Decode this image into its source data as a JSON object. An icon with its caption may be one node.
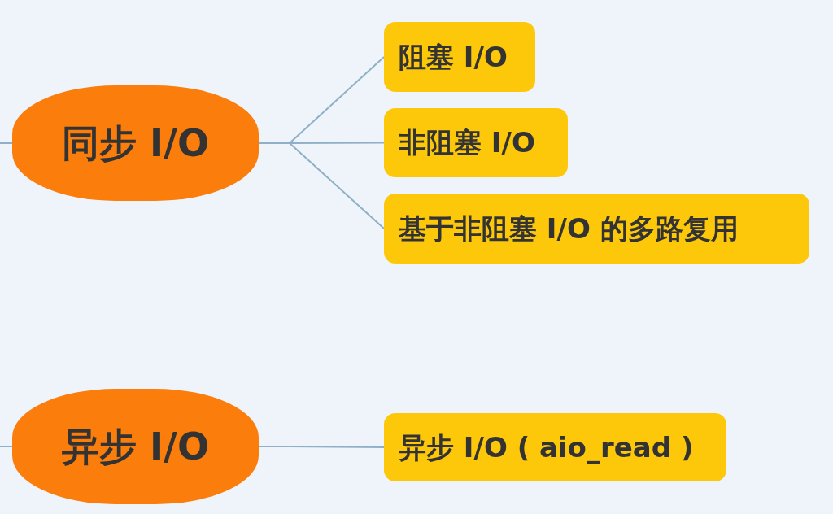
{
  "diagram": {
    "nodes": [
      {
        "text": [
          "同步 I/O"
        ]
      },
      {
        "text": [
          "阻塞 I/O"
        ]
      },
      {
        "text": [
          "非阻塞 I/O"
        ]
      },
      {
        "text": [
          "基于非阻塞 I/O 的多路复用"
        ]
      },
      {
        "text": [
          "异步 I/O"
        ]
      },
      {
        "text": [
          "异步 I/O ( aio_read )"
        ]
      }
    ],
    "edges": [
      {
        "from": null,
        "to": 0,
        "arrow": "none"
      },
      {
        "from": 0,
        "to": 1,
        "arrow": "none"
      },
      {
        "from": 0,
        "to": 2,
        "arrow": "none"
      },
      {
        "from": 0,
        "to": 3,
        "arrow": "none"
      },
      {
        "from": null,
        "to": 4,
        "arrow": "none"
      },
      {
        "from": 4,
        "to": 5,
        "arrow": "none"
      }
    ]
  }
}
